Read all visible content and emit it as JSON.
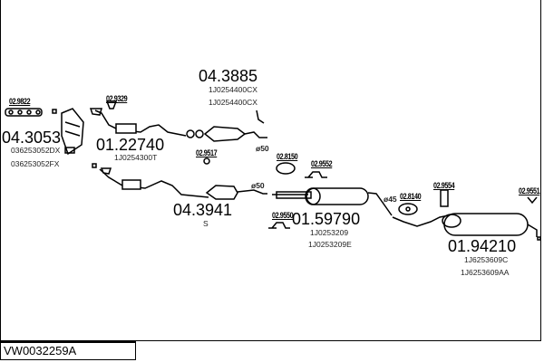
{
  "diagram_id": "VW0032259A",
  "parts": [
    {
      "number": "04.3053",
      "oem": [
        "036253052DX",
        "036253052FX"
      ]
    },
    {
      "number": "01.22740",
      "oem": [
        "1J0254300T"
      ]
    },
    {
      "number": "04.3885",
      "oem": [
        "1J0254400CX",
        "1J0254400CX"
      ]
    },
    {
      "number": "04.3941",
      "oem": [
        "S"
      ]
    },
    {
      "number": "01.59790",
      "oem": [
        "1J0253209",
        "1J0253209E"
      ]
    },
    {
      "number": "01.94210",
      "oem": [
        "1J6253609C",
        "1J6253609AA"
      ]
    }
  ],
  "accessories": [
    "02.9822",
    "02.9329",
    "02.9517",
    "02.8150",
    "02.9552",
    "02.9550",
    "02.8140",
    "02.9554",
    "02.9551"
  ],
  "diameters": [
    "ø50",
    "ø50",
    "ø45"
  ]
}
